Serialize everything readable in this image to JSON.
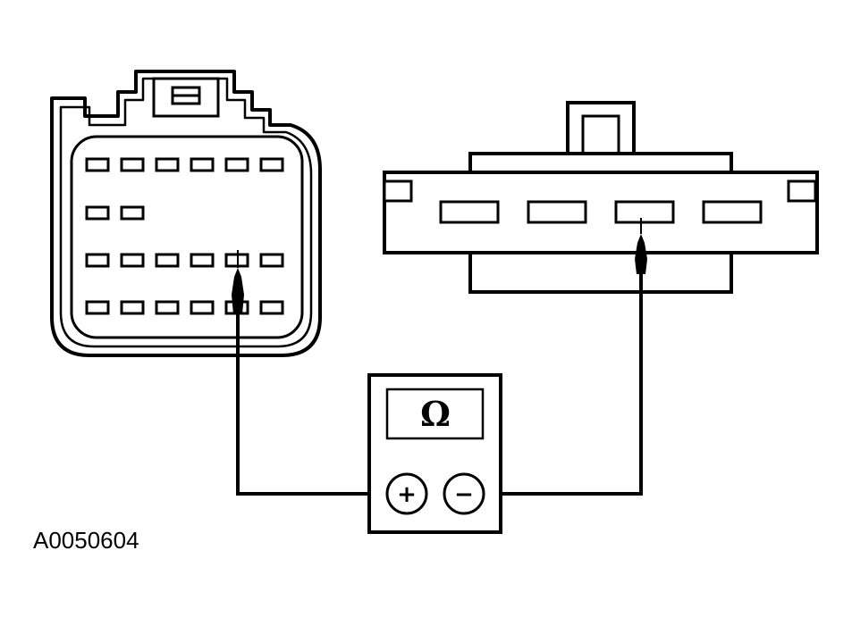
{
  "figure_id": "A0050604",
  "meter": {
    "display_symbol": "Ω",
    "positive_terminal": "+",
    "negative_terminal": "−"
  },
  "left_connector": {
    "pin_rows": [
      6,
      2,
      6,
      6
    ],
    "probed_pin": {
      "row": 3,
      "col": 5
    }
  },
  "right_connector": {
    "pin_count": 4,
    "probed_pin": 3
  }
}
